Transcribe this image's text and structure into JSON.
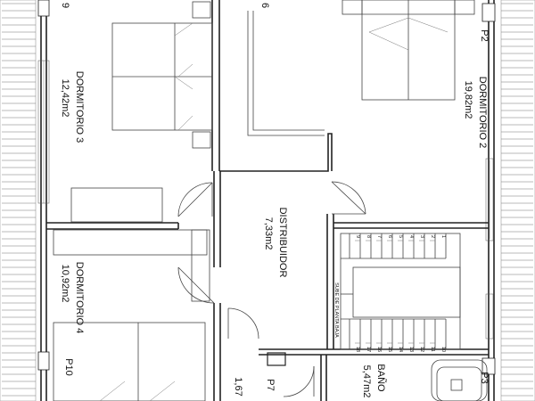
{
  "rooms": {
    "dormitorio2": {
      "name": "DORMITORIO 2",
      "area": "19,82m2"
    },
    "dormitorio3": {
      "name": "DORMITORIO 3",
      "area": "12,42m2"
    },
    "dormitorio4": {
      "name": "DORMITORIO 4",
      "area": "10,92m2"
    },
    "distribuidor": {
      "name": "DISTRIBUIDOR",
      "area": "7,33m2"
    },
    "bano": {
      "name": "BAÑO",
      "area": "5,47m2"
    }
  },
  "partial_labels": {
    "top_left": "9",
    "top_center": "6",
    "bottom_closet": "1,67"
  },
  "windows": {
    "p2": "P2",
    "p3": "P3",
    "p7": "P7",
    "p10": "P10"
  },
  "stair": {
    "note": "SUBE DE PLANTA BAJA",
    "step_numbers": [
      "1",
      "2",
      "3",
      "4",
      "5",
      "6",
      "7",
      "8",
      "9",
      "10",
      "11",
      "12",
      "13",
      "14",
      "15",
      "16",
      "17",
      "18"
    ]
  }
}
